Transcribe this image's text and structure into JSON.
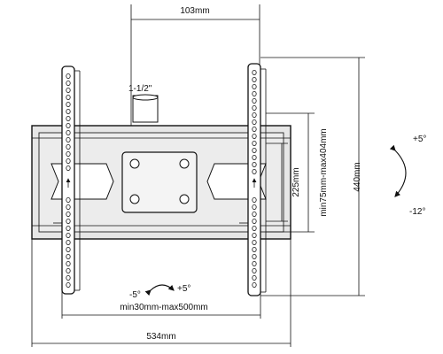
{
  "diagram": {
    "labels": {
      "top_width": "103mm",
      "pipe_size": "1-1/2\"",
      "vesa_height": "225mm",
      "vertical_range": "min75mm-max404mm",
      "overall_height": "440mm",
      "horizontal_range": "min30mm-max500mm",
      "overall_width": "534mm",
      "tilt_up": "+5°",
      "tilt_down": "-12°",
      "swivel_left": "-5°",
      "swivel_right": "+5°"
    }
  }
}
